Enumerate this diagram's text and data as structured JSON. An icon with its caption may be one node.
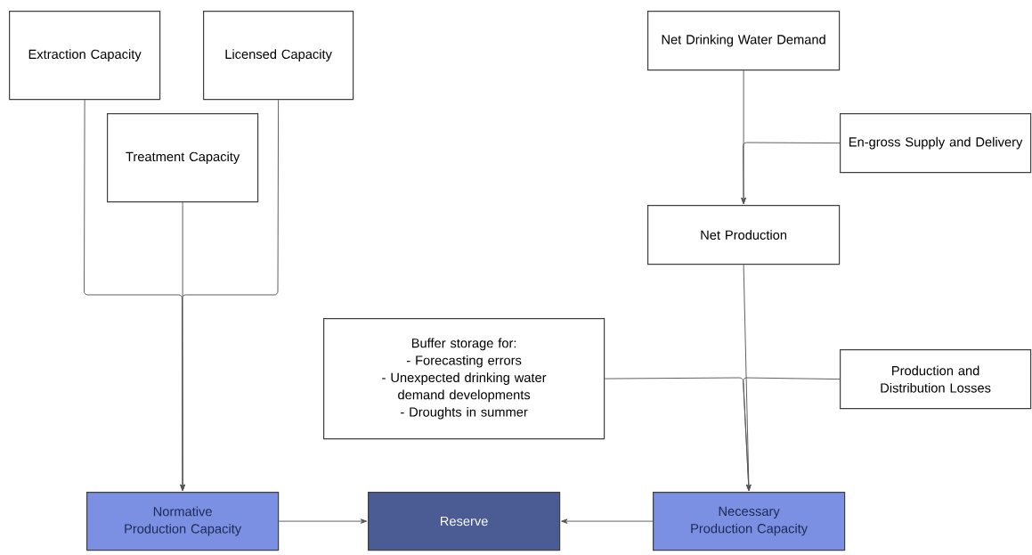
{
  "diagram": {
    "nodes": [
      {
        "text": [
          "Extraction Capacity"
        ]
      },
      {
        "text": [
          "Licensed Capacity"
        ]
      },
      {
        "text": [
          "Treatment Capacity"
        ]
      },
      {
        "text": [
          "Net Drinking Water Demand"
        ]
      },
      {
        "text": [
          "En-gross Supply and Delivery"
        ]
      },
      {
        "text": [
          "Net Production"
        ]
      },
      {
        "text": [
          "Buffer storage for:",
          "- Forecasting errors",
          "- Unexpected drinking water demand developments",
          "- Droughts in summer"
        ]
      },
      {
        "text": [
          "Production and Distribution Losses"
        ]
      },
      {
        "text": [
          "Normative Production Capacity"
        ]
      },
      {
        "text": [
          "Reserve"
        ]
      },
      {
        "text": [
          "Necessary Production Capacity"
        ]
      }
    ],
    "edges": [
      {
        "from": 0,
        "to": 8,
        "arrow": "to"
      },
      {
        "from": 1,
        "to": 8,
        "arrow": "to"
      },
      {
        "from": 2,
        "to": 8,
        "arrow": "to"
      },
      {
        "from": 3,
        "to": 5,
        "arrow": "to"
      },
      {
        "from": 4,
        "to": 5,
        "arrow": "to"
      },
      {
        "from": 5,
        "to": 10,
        "arrow": "to"
      },
      {
        "from": 6,
        "to": 10,
        "arrow": "to"
      },
      {
        "from": 7,
        "to": 10,
        "arrow": "to"
      },
      {
        "from": 8,
        "to": 9,
        "arrow": "to"
      },
      {
        "from": 10,
        "to": 9,
        "arrow": "to"
      }
    ]
  }
}
